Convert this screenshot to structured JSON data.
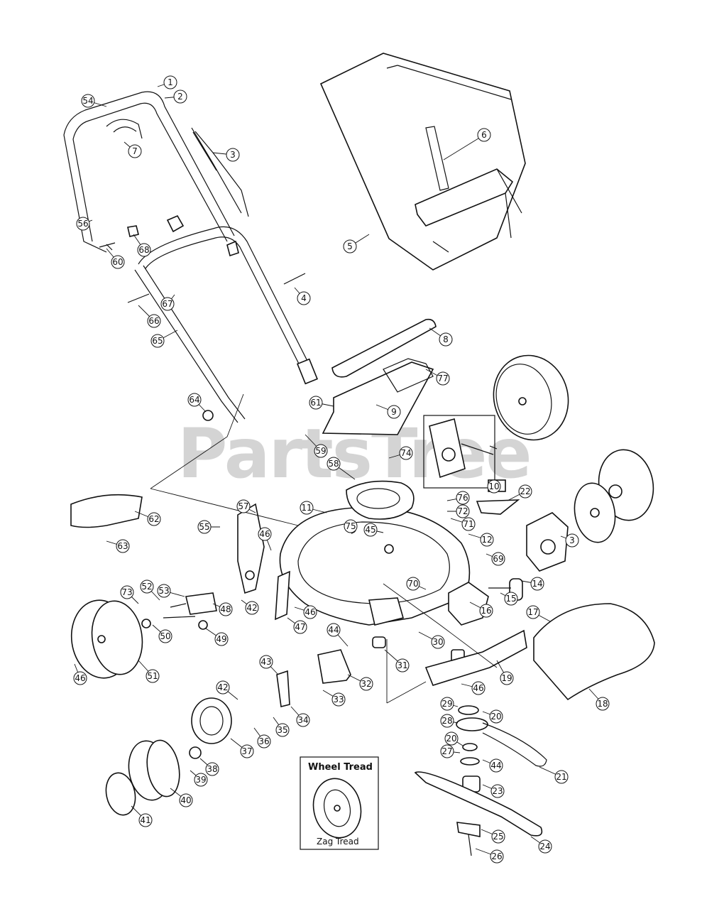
{
  "watermark": {
    "text": "PartsTree",
    "trademark": "™"
  },
  "inset": {
    "title": "Wheel Tread",
    "caption": "Zag Tread"
  },
  "callouts": [
    {
      "id": "c1",
      "label": "1"
    },
    {
      "id": "c2",
      "label": "2"
    },
    {
      "id": "c3",
      "label": "3"
    },
    {
      "id": "c54a",
      "label": "54"
    },
    {
      "id": "c7",
      "label": "7"
    },
    {
      "id": "c56",
      "label": "56"
    },
    {
      "id": "c68",
      "label": "68"
    },
    {
      "id": "c60",
      "label": "60"
    },
    {
      "id": "c4",
      "label": "4"
    },
    {
      "id": "c67",
      "label": "67"
    },
    {
      "id": "c66",
      "label": "66"
    },
    {
      "id": "c65",
      "label": "65"
    },
    {
      "id": "c64",
      "label": "64"
    },
    {
      "id": "c6",
      "label": "6"
    },
    {
      "id": "c5",
      "label": "5"
    },
    {
      "id": "c8",
      "label": "8"
    },
    {
      "id": "c77",
      "label": "77"
    },
    {
      "id": "c61",
      "label": "61"
    },
    {
      "id": "c9",
      "label": "9"
    },
    {
      "id": "c59",
      "label": "59"
    },
    {
      "id": "c74",
      "label": "74"
    },
    {
      "id": "c58",
      "label": "58"
    },
    {
      "id": "c10",
      "label": "10"
    },
    {
      "id": "c22",
      "label": "22"
    },
    {
      "id": "c76",
      "label": "76"
    },
    {
      "id": "c72",
      "label": "72"
    },
    {
      "id": "c71",
      "label": "71"
    },
    {
      "id": "c62",
      "label": "62"
    },
    {
      "id": "c57",
      "label": "57"
    },
    {
      "id": "c11",
      "label": "11"
    },
    {
      "id": "c75",
      "label": "75"
    },
    {
      "id": "c63",
      "label": "63"
    },
    {
      "id": "c55",
      "label": "55"
    },
    {
      "id": "c46a",
      "label": "46"
    },
    {
      "id": "c45",
      "label": "45"
    },
    {
      "id": "c12",
      "label": "12"
    },
    {
      "id": "c69",
      "label": "69"
    },
    {
      "id": "c3b",
      "label": "3"
    },
    {
      "id": "c14",
      "label": "14"
    },
    {
      "id": "c53",
      "label": "53"
    },
    {
      "id": "c70",
      "label": "70"
    },
    {
      "id": "c15",
      "label": "15"
    },
    {
      "id": "c52",
      "label": "52"
    },
    {
      "id": "c73",
      "label": "73"
    },
    {
      "id": "c48",
      "label": "48"
    },
    {
      "id": "c42a",
      "label": "42"
    },
    {
      "id": "c46b",
      "label": "46"
    },
    {
      "id": "c16",
      "label": "16"
    },
    {
      "id": "c17",
      "label": "17"
    },
    {
      "id": "c50",
      "label": "50"
    },
    {
      "id": "c49",
      "label": "49"
    },
    {
      "id": "c47",
      "label": "47"
    },
    {
      "id": "c44",
      "label": "44"
    },
    {
      "id": "c30",
      "label": "30"
    },
    {
      "id": "c31",
      "label": "31"
    },
    {
      "id": "c43",
      "label": "43"
    },
    {
      "id": "c32",
      "label": "32"
    },
    {
      "id": "c19",
      "label": "19"
    },
    {
      "id": "c46c",
      "label": "46"
    },
    {
      "id": "c51",
      "label": "51"
    },
    {
      "id": "c46d",
      "label": "46"
    },
    {
      "id": "c42b",
      "label": "42"
    },
    {
      "id": "c33",
      "label": "33"
    },
    {
      "id": "c29",
      "label": "29"
    },
    {
      "id": "c20a",
      "label": "20"
    },
    {
      "id": "c18",
      "label": "18"
    },
    {
      "id": "c28",
      "label": "28"
    },
    {
      "id": "c34",
      "label": "34"
    },
    {
      "id": "c35",
      "label": "35"
    },
    {
      "id": "c36",
      "label": "36"
    },
    {
      "id": "c37",
      "label": "37"
    },
    {
      "id": "c20b",
      "label": "20"
    },
    {
      "id": "c27",
      "label": "27"
    },
    {
      "id": "c44b",
      "label": "44"
    },
    {
      "id": "c21",
      "label": "21"
    },
    {
      "id": "c38",
      "label": "38"
    },
    {
      "id": "c39",
      "label": "39"
    },
    {
      "id": "c23",
      "label": "23"
    },
    {
      "id": "c40",
      "label": "40"
    },
    {
      "id": "c41",
      "label": "41"
    },
    {
      "id": "c25",
      "label": "25"
    },
    {
      "id": "c24",
      "label": "24"
    },
    {
      "id": "c26",
      "label": "26"
    }
  ]
}
